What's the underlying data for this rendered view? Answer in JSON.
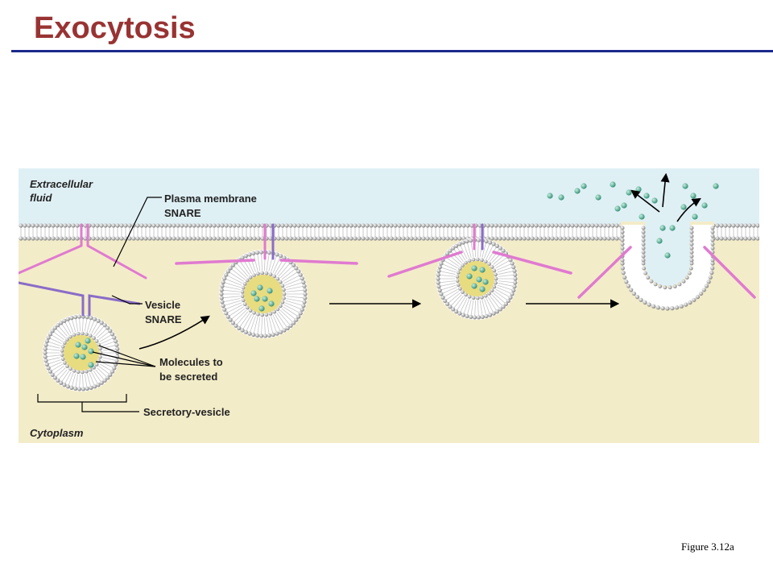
{
  "slide": {
    "title": "Exocytosis",
    "figure_label": "Figure 3.12a"
  },
  "diagram": {
    "regions": {
      "extracellular": "Extracellular",
      "extracellular_2": "fluid",
      "cytoplasm": "Cytoplasm"
    },
    "labels": {
      "plasma_snare_1": "Plasma membrane",
      "plasma_snare_2": "SNARE",
      "vesicle_snare_1": "Vesicle",
      "vesicle_snare_2": "SNARE",
      "molecules_1": "Molecules to",
      "molecules_2": "be secreted",
      "secretory_vesicle": "Secretory-vesicle"
    },
    "colors": {
      "extracellular_fill": "#dff0f5",
      "cytoplasm_fill": "#f3ecc9",
      "membrane_head": "#9a9a9a",
      "snare_pink": "#e07ad0",
      "snare_purple": "#8a6cc8",
      "cargo_green": "#3fa58a",
      "lumen_yellow": "#e8dc80"
    }
  }
}
